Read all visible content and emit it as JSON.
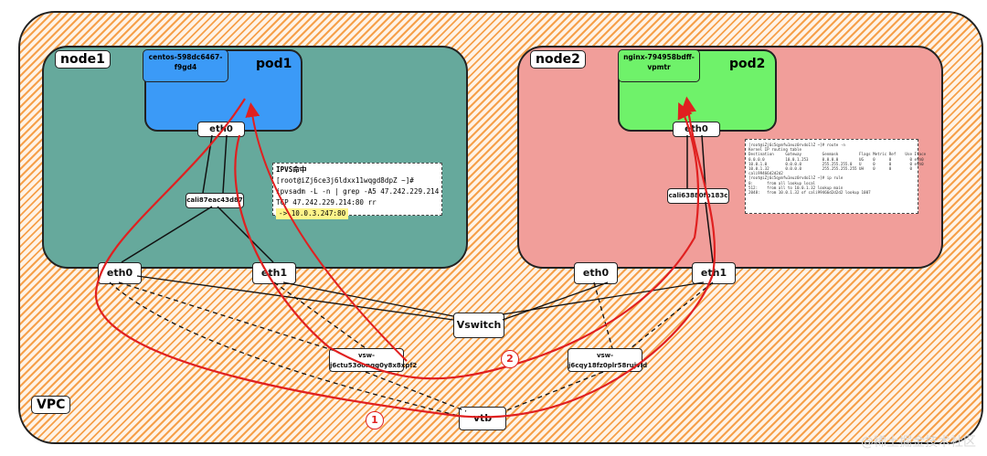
{
  "vpc": {
    "label": "VPC"
  },
  "node1": {
    "label": "node1",
    "pod": {
      "name": "pod1",
      "id": "centos-598dc6467-f9gd4",
      "eth": "eth0"
    },
    "cali": "cali87eac43d87",
    "host_eth0": "eth0",
    "host_eth1": "eth1",
    "ipvs": {
      "title": "IPVS命中",
      "lines": [
        "[root@iZj6ce3j6ldxx11wqgd8dpZ ~]#",
        "ipvsadm -L -n | grep -A5 47.242.229.214",
        "TCP  47.242.229.214:80 rr"
      ],
      "highlight": "-> 10.0.3.247:80"
    }
  },
  "node2": {
    "label": "node2",
    "pod": {
      "name": "pod2",
      "id": "nginx-794958bdff-vpmtr",
      "eth": "eth0"
    },
    "cali": "cali63880fb183c",
    "host_eth0": "eth0",
    "host_eth1": "eth1",
    "route": {
      "lines": [
        "[root@iZj6c5qymfw1euz0rvdo1lZ ~]# route -n",
        "Kernel IP routing table",
        "Destination     Gateway         Genmask         Flags Metric Ref    Use Iface",
        "0.0.0.0         10.0.1.253      0.0.0.0         UG    0      0        0 eth0",
        "10.0.1.0        0.0.0.0         255.255.255.0   U     0      0        0 eth0",
        "10.0.1.32       0.0.0.0         255.255.255.255 UH    0      0        0",
        "cali99466d2d2d2",
        "",
        "[root@iZj6c5qymfw1euz0rvdo1lZ ~]# ip rule",
        "0:      from all lookup local",
        "512:    from all to 10.0.1.32 lookup main",
        "2048:   from 10.0.1.32 of cali99466d2d2d2 lookup 1007"
      ]
    }
  },
  "vswitch": "Vswitch",
  "vsw1": {
    "line1": "vsw-",
    "line2": "j6ctu53oonqg0y8x8xpf2"
  },
  "vsw2": {
    "line1": "vsw-",
    "line2": "j6cqy18fz0plr58rujvld"
  },
  "vtb": "vtb",
  "markers": {
    "one": "1",
    "two": "2"
  },
  "watermark": "@稀土掘金技术社区",
  "colors": {
    "node1_bg": "#66a99c",
    "node2_bg": "#f19e9a",
    "pod1_bg": "#3b9af7",
    "pod2_bg": "#6ff26a",
    "vpc_stripe": "#f6a04a",
    "path": "#e02020",
    "highlight": "#fff58a"
  }
}
